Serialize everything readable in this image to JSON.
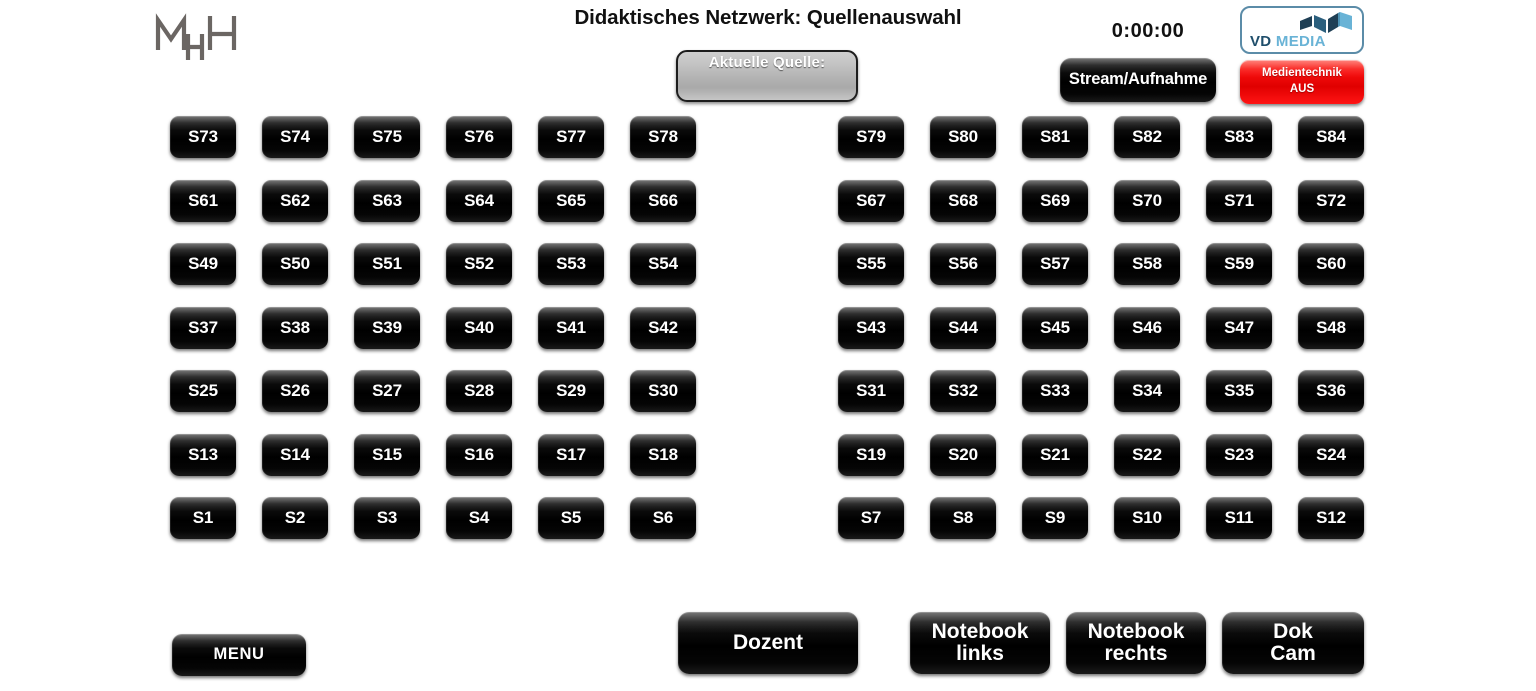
{
  "header": {
    "title": "Didaktisches Netzwerk: Quellenauswahl",
    "logo_left_alt": "MHH",
    "timer": "0:00:00",
    "current_source": {
      "label": "Aktuelle Quelle:",
      "value": ""
    },
    "stream_button": "Stream/Aufnahme",
    "vd_logo": {
      "part1": "VD",
      "part2": "MEDIA",
      "border_color": "#5b8ca8",
      "part1_color": "#1f4e6b",
      "part2_color": "#69b3d6"
    },
    "system_button": {
      "line1": "Medientechnik",
      "line2": "AUS",
      "color": "#ee0000"
    }
  },
  "seat_grid": {
    "rows": [
      {
        "left": [
          "S73",
          "S74",
          "S75",
          "S76",
          "S77",
          "S78"
        ],
        "right": [
          "S79",
          "S80",
          "S81",
          "S82",
          "S83",
          "S84"
        ]
      },
      {
        "left": [
          "S61",
          "S62",
          "S63",
          "S64",
          "S65",
          "S66"
        ],
        "right": [
          "S67",
          "S68",
          "S69",
          "S70",
          "S71",
          "S72"
        ]
      },
      {
        "left": [
          "S49",
          "S50",
          "S51",
          "S52",
          "S53",
          "S54"
        ],
        "right": [
          "S55",
          "S56",
          "S57",
          "S58",
          "S59",
          "S60"
        ]
      },
      {
        "left": [
          "S37",
          "S38",
          "S39",
          "S40",
          "S41",
          "S42"
        ],
        "right": [
          "S43",
          "S44",
          "S45",
          "S46",
          "S47",
          "S48"
        ]
      },
      {
        "left": [
          "S25",
          "S26",
          "S27",
          "S28",
          "S29",
          "S30"
        ],
        "right": [
          "S31",
          "S32",
          "S33",
          "S34",
          "S35",
          "S36"
        ]
      },
      {
        "left": [
          "S13",
          "S14",
          "S15",
          "S16",
          "S17",
          "S18"
        ],
        "right": [
          "S19",
          "S20",
          "S21",
          "S22",
          "S23",
          "S24"
        ]
      },
      {
        "left": [
          "S1",
          "S2",
          "S3",
          "S4",
          "S5",
          "S6"
        ],
        "right": [
          "S7",
          "S8",
          "S9",
          "S10",
          "S11",
          "S12"
        ]
      }
    ]
  },
  "footer": {
    "menu_button": "MENU",
    "sources": [
      {
        "line1": "Dozent",
        "line2": ""
      },
      {
        "line1": "Notebook",
        "line2": "links"
      },
      {
        "line1": "Notebook",
        "line2": "rechts"
      },
      {
        "line1": "Dok",
        "line2": "Cam"
      }
    ]
  }
}
